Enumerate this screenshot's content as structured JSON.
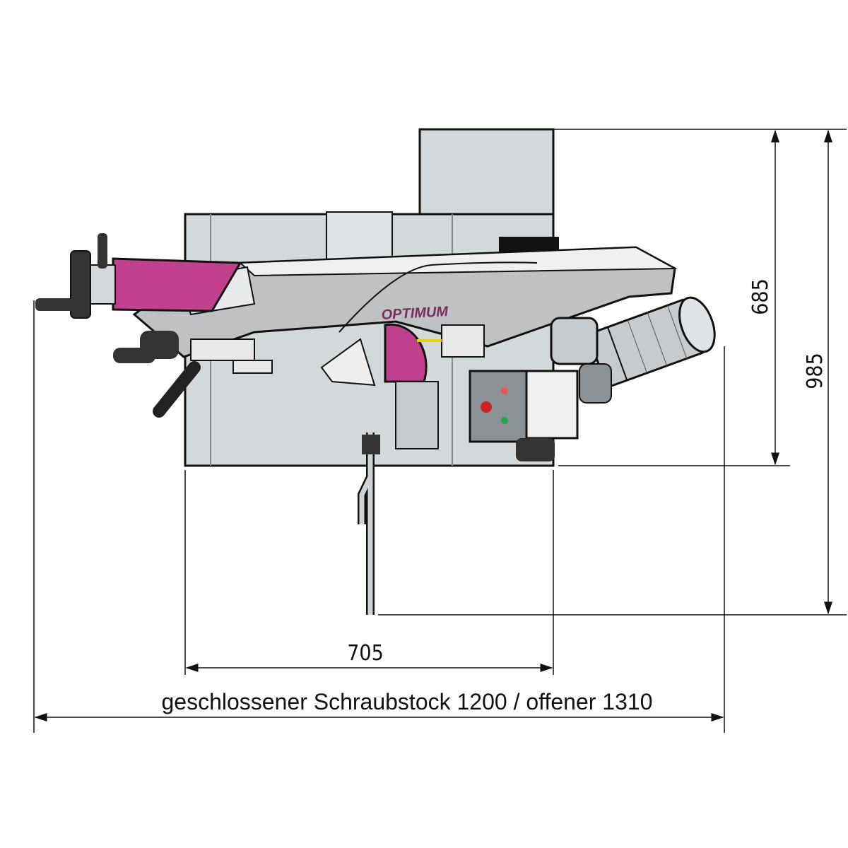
{
  "drawing": {
    "brand_logo": "OPTIMUM",
    "colors": {
      "accent": "#c2418f",
      "body": "#d3d8da",
      "arm": "#bfc1c3",
      "line": "#111111"
    }
  },
  "dimensions": {
    "height_arm": "685",
    "height_total": "985",
    "width_base": "705",
    "length_caption": "geschlossener Schraubstock 1200 / offener 1310"
  }
}
